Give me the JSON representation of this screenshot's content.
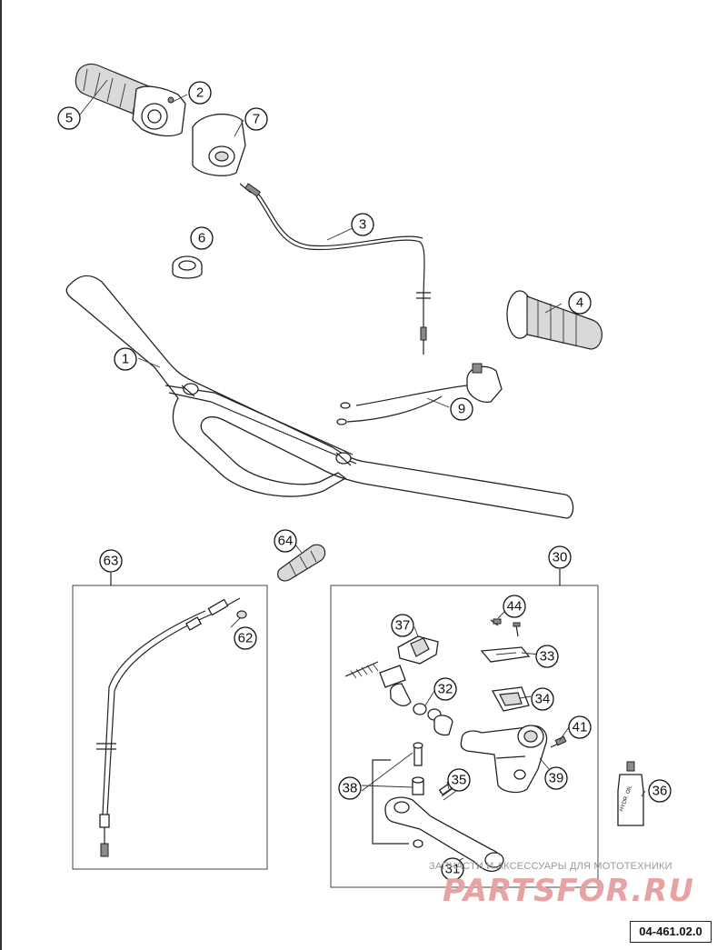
{
  "diagram": {
    "callouts": {
      "c1": "1",
      "c2": "2",
      "c3": "3",
      "c4": "4",
      "c5": "5",
      "c6": "6",
      "c7": "7",
      "c9": "9",
      "c30": "30",
      "c31": "31",
      "c32": "32",
      "c33": "33",
      "c34": "34",
      "c35": "35",
      "c36": "36",
      "c37": "37",
      "c38": "38",
      "c39": "39",
      "c41": "41",
      "c44": "44",
      "c62": "62",
      "c63": "63",
      "c64": "64"
    },
    "bottle_label": "HYDR. OIL",
    "doc_ref": "04-461.02.0"
  },
  "watermark": {
    "caption": "ЗАПЧАСТИ И АКСЕССУАРЫ ДЛЯ МОТОТЕХНИКИ",
    "logo": "PARTSFOR.RU"
  }
}
